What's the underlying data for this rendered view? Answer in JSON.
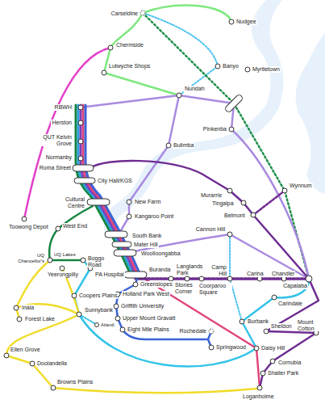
{
  "diagram": {
    "labels": [
      "Carseldine",
      "Nudgee",
      "Chermside",
      "Lutwyche Shops",
      "Banyo",
      "Myrtletown",
      "Nundah",
      "RBWH",
      "Herston",
      "Pinkenba",
      "QUT Kelvin Grove",
      "Bulimba",
      "Normanby",
      "Roma Street",
      "City Hall/KGS",
      "Wynnum",
      "Murarrie",
      "Cultural Centre",
      "New Farm",
      "Tingalpa",
      "Belmont",
      "Kangaroo Point",
      "Toowong Depot",
      "West End",
      "Cannon Hill",
      "South Bank",
      "Mater Hill",
      "Woolloongabba",
      "UQ Chancellor's",
      "UQ Lakes",
      "Boggo Road",
      "Langlands Park",
      "Buranda",
      "Carina",
      "Chandler",
      "Yeerongpilly",
      "PA Hospital",
      "Greenslopes",
      "Stones Corner",
      "Coorparoo Square",
      "Camp Hill",
      "Carindale",
      "Capalaba",
      "Holland Park West",
      "Coopers Plains",
      "Griffith University",
      "Inala",
      "Sunnybank",
      "Upper Mount Gravatt",
      "Forest Lake",
      "Burbank",
      "Atlandi",
      "Sheldon",
      "Eight Mile Plains",
      "Rochedale",
      "Mount Cotton",
      "Springwood",
      "Daisy Hill",
      "Ellen Grove",
      "Cornubia",
      "Doolandella",
      "Shailer Park",
      "Browns Plains",
      "Loganholme"
    ]
  }
}
